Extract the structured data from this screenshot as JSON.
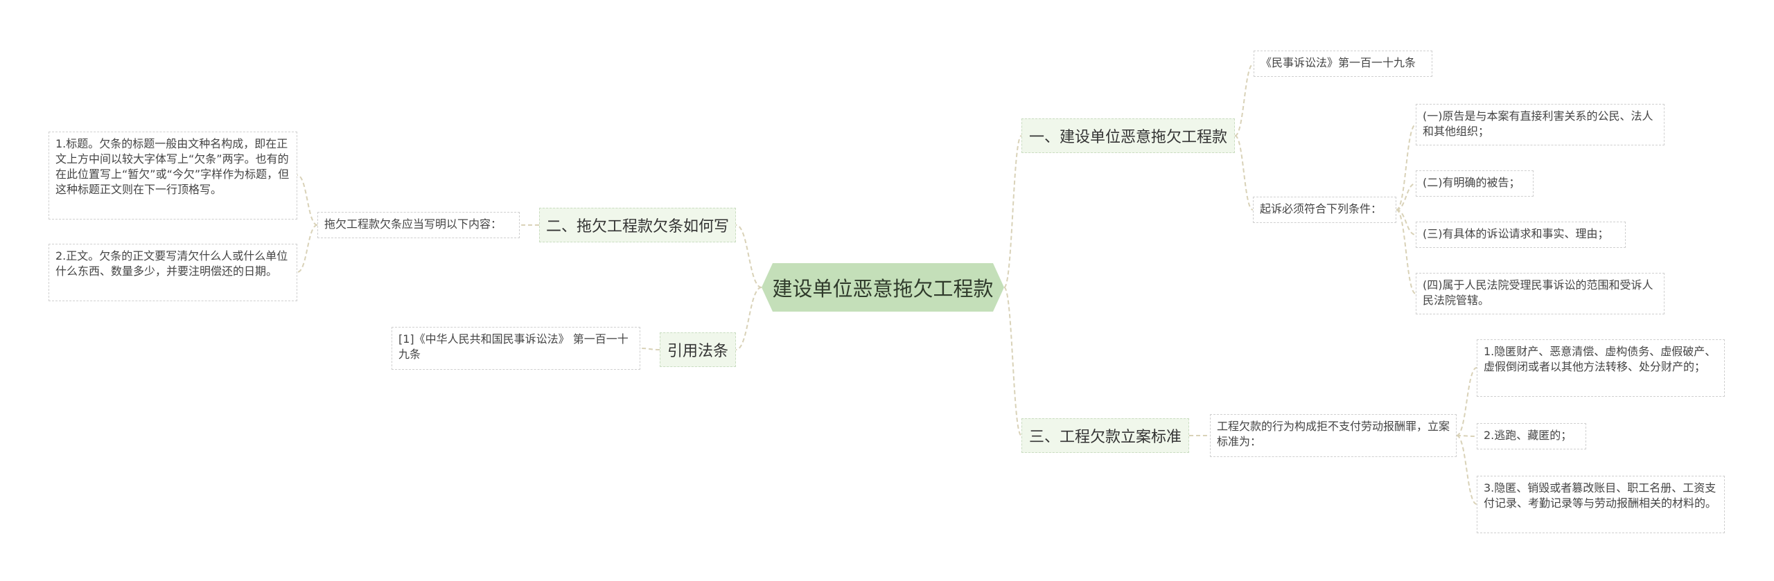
{
  "root": {
    "label": "建设单位恶意拖欠工程款"
  },
  "branches": {
    "b1": {
      "label": "一、建设单位恶意拖欠工程款",
      "law_ref": "《民事诉讼法》第一百一十九条",
      "conditions_intro": "起诉必须符合下列条件：",
      "conditions": [
        "(一)原告是与本案有直接利害关系的公民、法人和其他组织；",
        "(二)有明确的被告；",
        "(三)有具体的诉讼请求和事实、理由；",
        "(四)属于人民法院受理民事诉讼的范围和受诉人民法院管辖。"
      ]
    },
    "b2": {
      "label": "二、拖欠工程款欠条如何写",
      "intro": "拖欠工程款欠条应当写明以下内容：",
      "items": [
        "1.标题。欠条的标题一般由文种名构成，即在正文上方中间以较大字体写上“欠条”两字。也有的在此位置写上“暂欠”或“今欠”字样作为标题，但这种标题正文则在下一行顶格写。",
        "2.正文。欠条的正文要写清欠什么人或什么单位什么东西、数量多少，并要注明偿还的日期。"
      ]
    },
    "b3": {
      "label": "三、工程欠款立案标准",
      "intro": "工程欠款的行为构成拒不支付劳动报酬罪，立案标准为：",
      "items": [
        "1.隐匿财产、恶意清偿、虚构债务、虚假破产、虚假倒闭或者以其他方法转移、处分财产的；",
        "2.逃跑、藏匿的；",
        "3.隐匿、销毁或者篡改账目、职工名册、工资支付记录、考勤记录等与劳动报酬相关的材料的。"
      ]
    },
    "b4": {
      "label": "引用法条",
      "items": [
        "[1]《中华人民共和国民事诉讼法》 第一百一十九条"
      ]
    }
  },
  "colors": {
    "root_fill": "#c4dfb9",
    "branch_fill": "#f0f7eb",
    "connector": "#d9d2b8"
  }
}
